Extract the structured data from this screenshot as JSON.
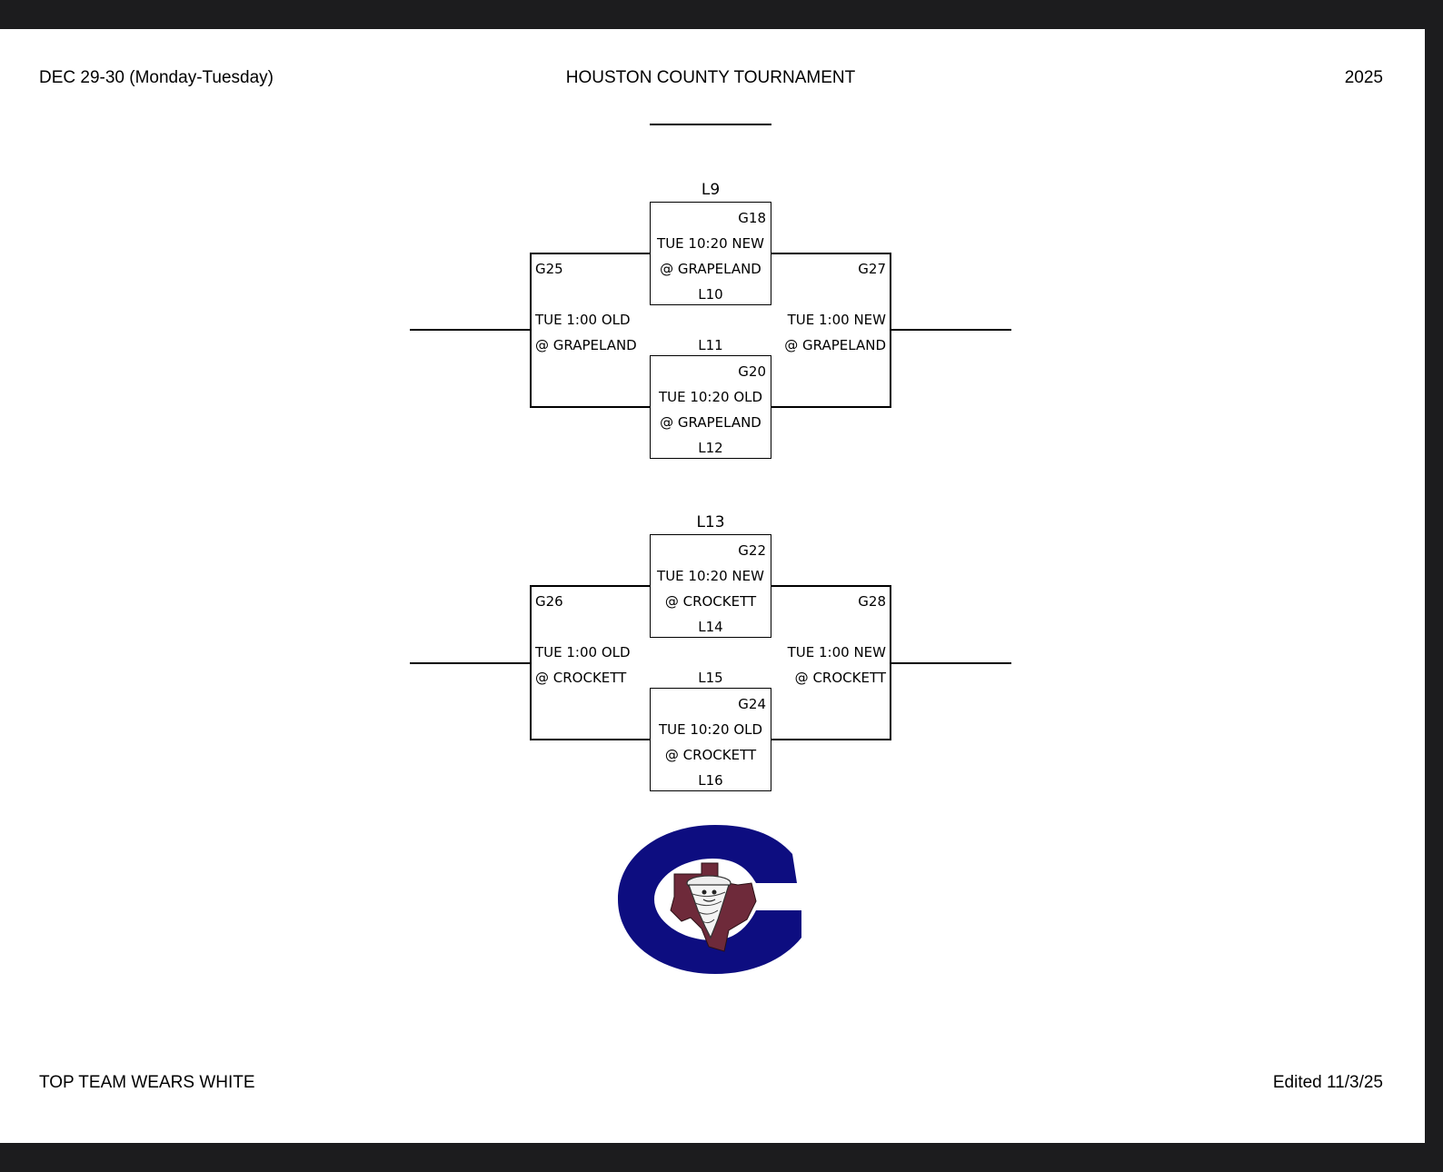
{
  "header": {
    "dates": "DEC 29-30 (Monday-Tuesday)",
    "title": "HOUSTON COUNTY TOURNAMENT",
    "year": "2025"
  },
  "footer": {
    "note": "TOP TEAM WEARS WHITE",
    "edited": "Edited 11/3/25"
  },
  "brackets": [
    {
      "top_seed": "L9",
      "top_game": {
        "id": "G18",
        "time": "TUE 10:20 NEW",
        "site": "@ GRAPELAND",
        "bottom": "L10"
      },
      "mid_label": "L11",
      "bottom_game": {
        "id": "G20",
        "time": "TUE 10:20 OLD",
        "site": "@ GRAPELAND",
        "bottom": "L12"
      },
      "left_game": {
        "id": "G25",
        "time": "TUE 1:00 OLD",
        "site": "@ GRAPELAND"
      },
      "right_game": {
        "id": "G27",
        "time": "TUE 1:00 NEW",
        "site": "@ GRAPELAND"
      }
    },
    {
      "top_seed": "L13",
      "top_game": {
        "id": "G22",
        "time": "TUE 10:20 NEW",
        "site": "@ CROCKETT",
        "bottom": "L14"
      },
      "mid_label": "L15",
      "bottom_game": {
        "id": "G24",
        "time": "TUE 10:20 OLD",
        "site": "@ CROCKETT",
        "bottom": "L16"
      },
      "left_game": {
        "id": "G26",
        "time": "TUE 1:00 OLD",
        "site": "@ CROCKETT"
      },
      "right_game": {
        "id": "G28",
        "time": "TUE 1:00 NEW",
        "site": "@ CROCKETT"
      }
    }
  ],
  "colors": {
    "logo_navy": "#0d0d80",
    "logo_maroon": "#6e2a3a"
  },
  "logo": {
    "name": "crockett-c-logo"
  }
}
